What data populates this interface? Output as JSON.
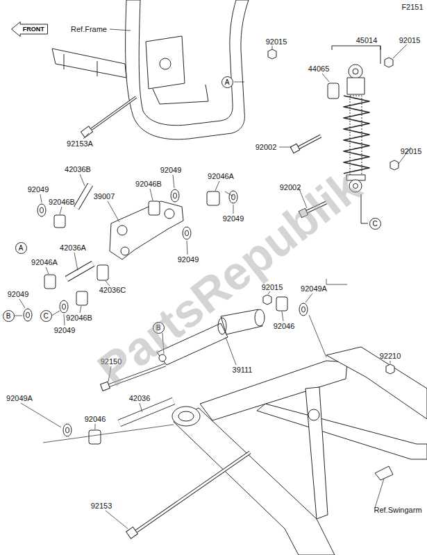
{
  "diagram": {
    "nodes": [
      {
        "text": [
          "FRONT"
        ]
      },
      {
        "text": [
          "A"
        ]
      },
      {
        "text": [
          "C"
        ]
      },
      {
        "text": [
          "A"
        ]
      },
      {
        "text": [
          "B"
        ]
      },
      {
        "text": [
          "C"
        ]
      },
      {
        "text": [
          "B"
        ]
      }
    ],
    "labels": [
      "F2151",
      "Ref.Frame",
      "92015",
      "92153A",
      "45014",
      "92015",
      "44065",
      "92002",
      "92015",
      "92002",
      "92049",
      "92046B",
      "92046A",
      "42036B",
      "92049",
      "92046B",
      "39007",
      "92049",
      "92049",
      "42036A",
      "92046A",
      "92049",
      "42036C",
      "92046B",
      "92049",
      "92015",
      "92049A",
      "92046",
      "39111",
      "92150",
      "92049A",
      "42036",
      "92046",
      "92210",
      "92153",
      "Ref.Swingarm",
      "PartsRepublik"
    ]
  }
}
